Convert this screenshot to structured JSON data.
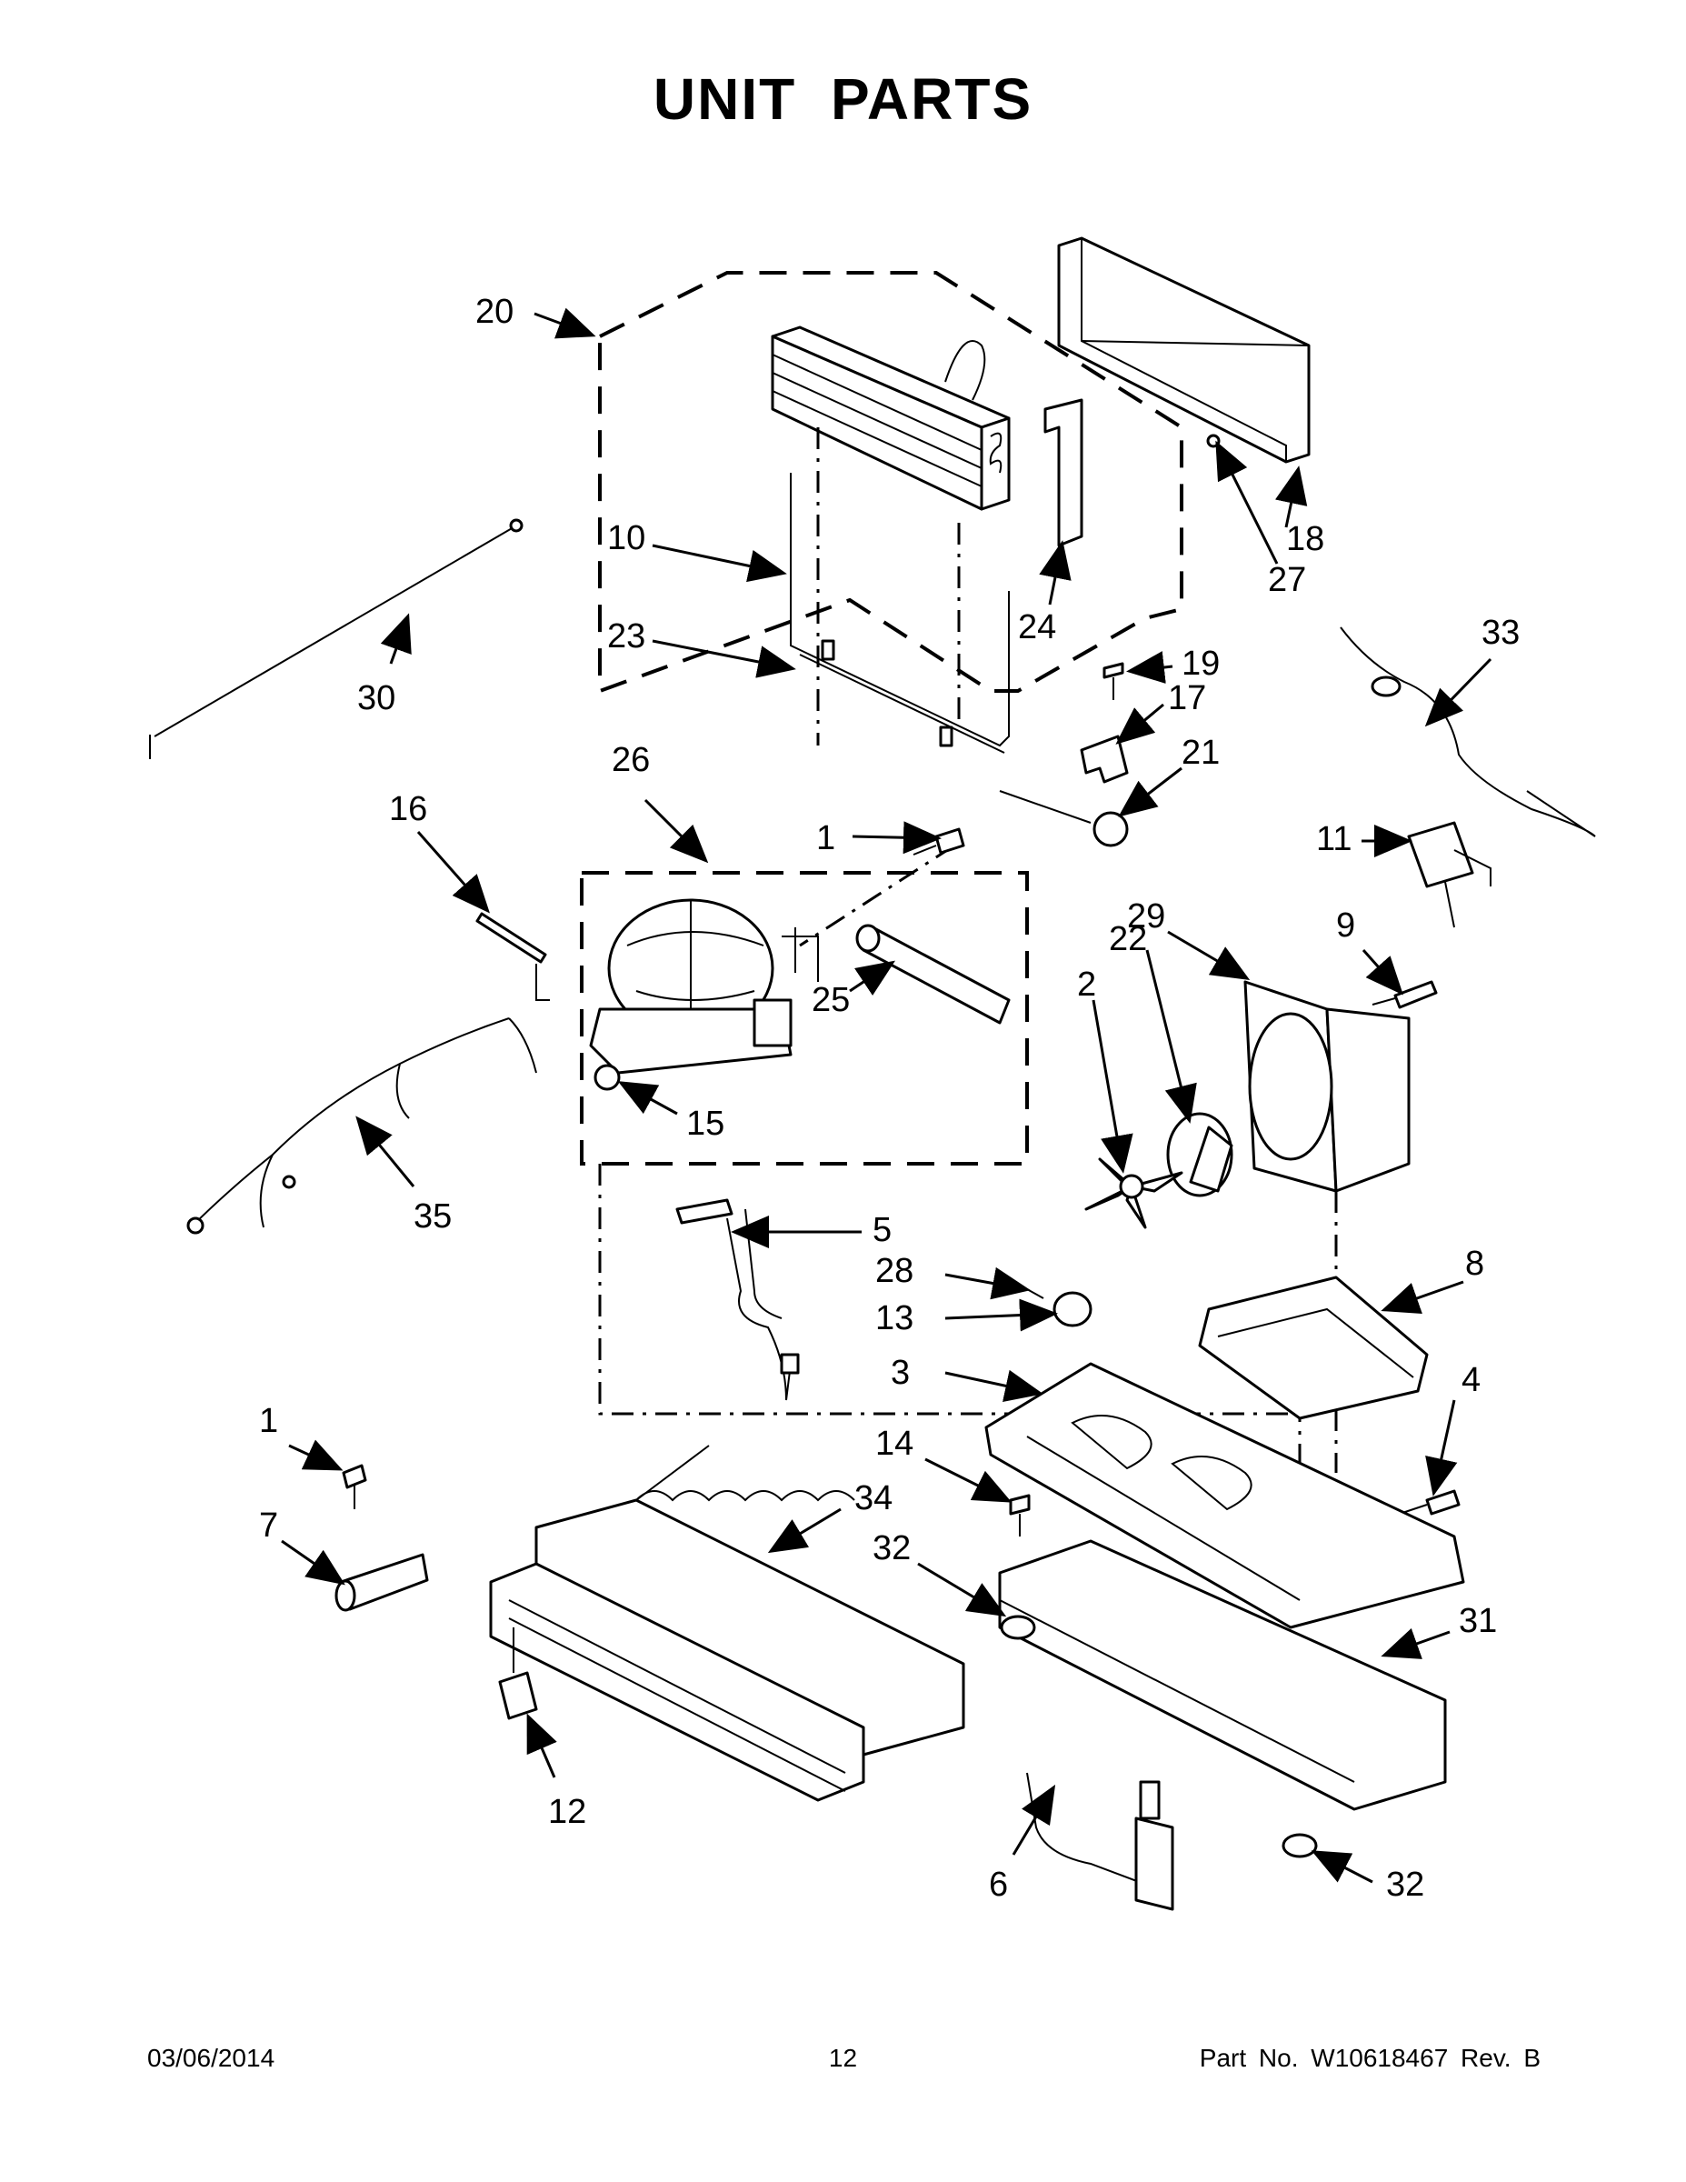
{
  "title": "UNIT PARTS",
  "footer": {
    "date": "03/06/2014",
    "page": "12",
    "part": "Part No.  W10618467  Rev.  B"
  },
  "callouts": {
    "c1a": "1",
    "c1b": "1",
    "c2": "2",
    "c3": "3",
    "c4": "4",
    "c5": "5",
    "c6": "6",
    "c7": "7",
    "c8": "8",
    "c9": "9",
    "c10": "10",
    "c11": "11",
    "c12": "12",
    "c13": "13",
    "c14": "14",
    "c15": "15",
    "c16": "16",
    "c17": "17",
    "c18": "18",
    "c19": "19",
    "c20": "20",
    "c21": "21",
    "c22": "22",
    "c23": "23",
    "c24": "24",
    "c25": "25",
    "c26": "26",
    "c27": "27",
    "c28": "28",
    "c29": "29",
    "c30": "30",
    "c31": "31",
    "c32a": "32",
    "c32b": "32",
    "c33": "33",
    "c34": "34",
    "c35": "35"
  }
}
